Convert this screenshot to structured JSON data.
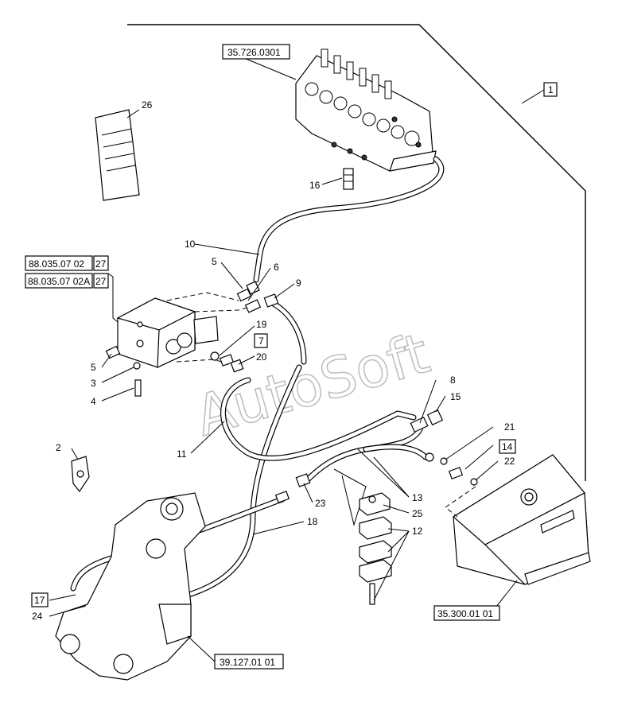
{
  "watermark": "AutoSoft",
  "reference_boxes": {
    "control_valve": "35.726.0301",
    "group_1": "1",
    "valve_block_a": "88.035.07 02",
    "valve_block_a_page": "27",
    "valve_block_b": "88.035.07 02A",
    "valve_block_b_page": "27",
    "box_7": "7",
    "box_14": "14",
    "box_17": "17",
    "tank": "35.300.01 01",
    "frame": "39.127.01 01"
  },
  "callouts": {
    "c26": "26",
    "c16": "16",
    "c10": "10",
    "c5a": "5",
    "c6": "6",
    "c9": "9",
    "c19": "19",
    "c20": "20",
    "c5b": "5",
    "c3": "3",
    "c4": "4",
    "c8": "8",
    "c15": "15",
    "c13": "13",
    "c11": "11",
    "c21": "21",
    "c22": "22",
    "c2": "2",
    "c23": "23",
    "c25": "25",
    "c12": "12",
    "c18": "18",
    "c24": "24"
  }
}
